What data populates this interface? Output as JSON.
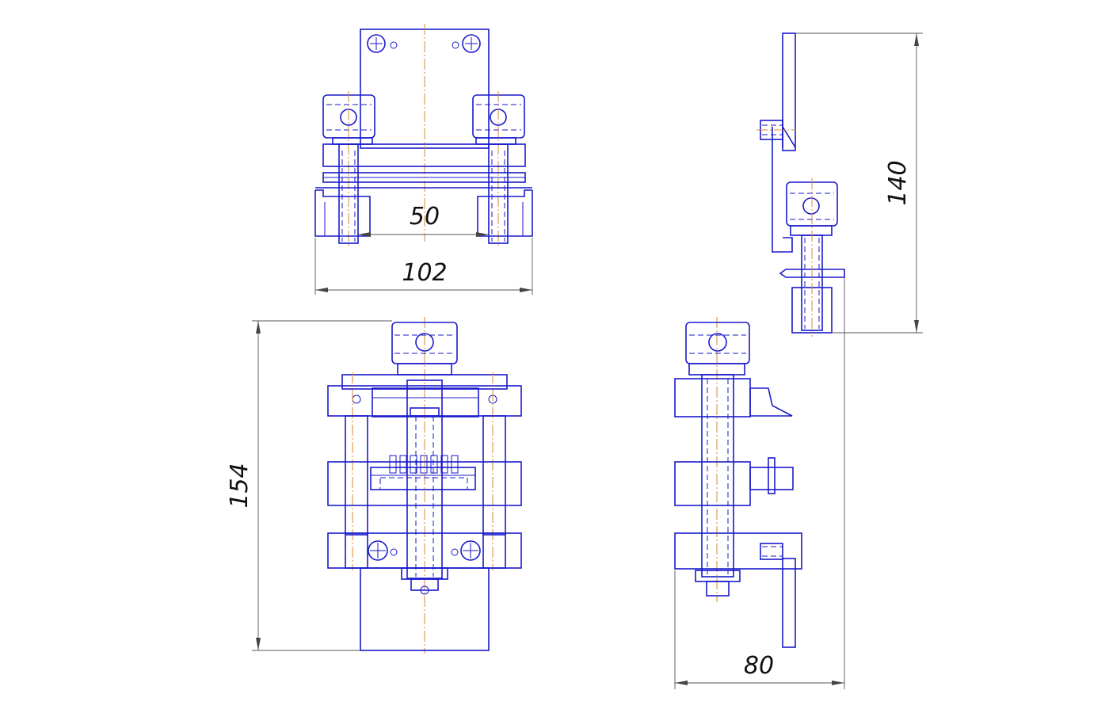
{
  "dimensions": {
    "front_inner_width": "50",
    "front_overall_width": "102",
    "plan_height": "154",
    "side_height": "140",
    "side_width": "80"
  },
  "colors": {
    "outline": "#1a1acc",
    "centerline": "#d98a3a",
    "dimension": "#555555"
  }
}
